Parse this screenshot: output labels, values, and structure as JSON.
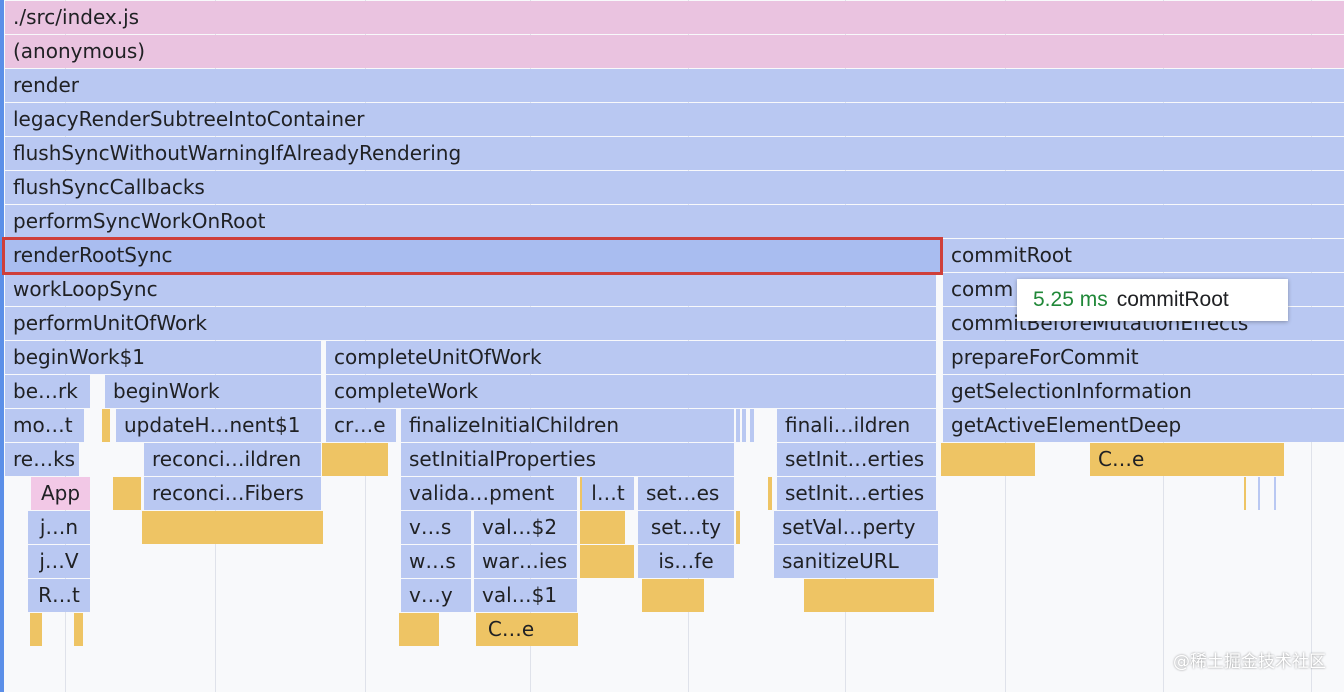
{
  "colors": {
    "script": "#eac3e0",
    "js_call": "#b9c8f2",
    "component": "#f2c8e6",
    "other": "#eec464",
    "selection_border": "#cf3f3a",
    "duration_text": "#208838"
  },
  "flame_chart": {
    "rows": [
      [
        "./src/index.js"
      ],
      [
        "(anonymous)"
      ],
      [
        "render"
      ],
      [
        "legacyRenderSubtreeIntoContainer"
      ],
      [
        "flushSyncWithoutWarningIfAlreadyRendering"
      ],
      [
        "flushSyncCallbacks"
      ],
      [
        "performSyncWorkOnRoot"
      ],
      [
        "renderRootSync",
        "commitRoot"
      ],
      [
        "workLoopSync",
        "comm"
      ],
      [
        "performUnitOfWork",
        "commitBeforeMutationEffects"
      ],
      [
        "beginWork$1",
        "completeUnitOfWork",
        "prepareForCommit"
      ],
      [
        "be…rk",
        "beginWork",
        "completeWork",
        "getSelectionInformation"
      ],
      [
        "mo…t",
        "updateH…nent$1",
        "cr…e",
        "finalizeInitialChildren",
        "finali…ildren",
        "getActiveElementDeep"
      ],
      [
        "re…ks",
        "reconci…ildren",
        "setInitialProperties",
        "setInit…erties",
        "C…e"
      ],
      [
        "App",
        "reconci…Fibers",
        "valida…pment",
        "l…t",
        "set…es",
        "setInit…erties"
      ],
      [
        "j…n",
        "v…s",
        "val…$2",
        "set…ty",
        "setVal…perty"
      ],
      [
        "j…V",
        "w…s",
        "war…ies",
        "is…fe",
        "sanitizeURL"
      ],
      [
        "R…t",
        "v…y",
        "val…$1"
      ],
      [
        "C…e"
      ]
    ]
  },
  "tooltip": {
    "duration": "5.25 ms",
    "name": "commitRoot"
  },
  "watermark": "@稀土掘金技术社区"
}
